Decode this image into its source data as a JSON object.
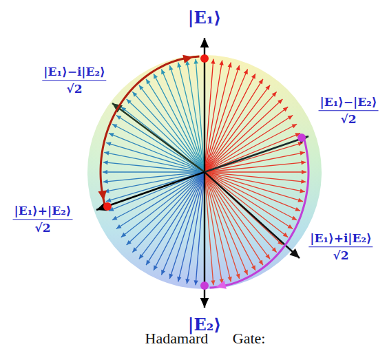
{
  "diagram": {
    "caption": "Hadamard Gate:",
    "labels": [
      "|E₁⟩",
      "|E₁⟩−i|E₂⟩",
      "√2",
      "|E₁⟩−|E₂⟩",
      "√2",
      "|E₁⟩+|E₂⟩",
      "√2",
      "|E₁⟩+i|E₂⟩",
      "√2",
      "|E₂⟩"
    ]
  }
}
